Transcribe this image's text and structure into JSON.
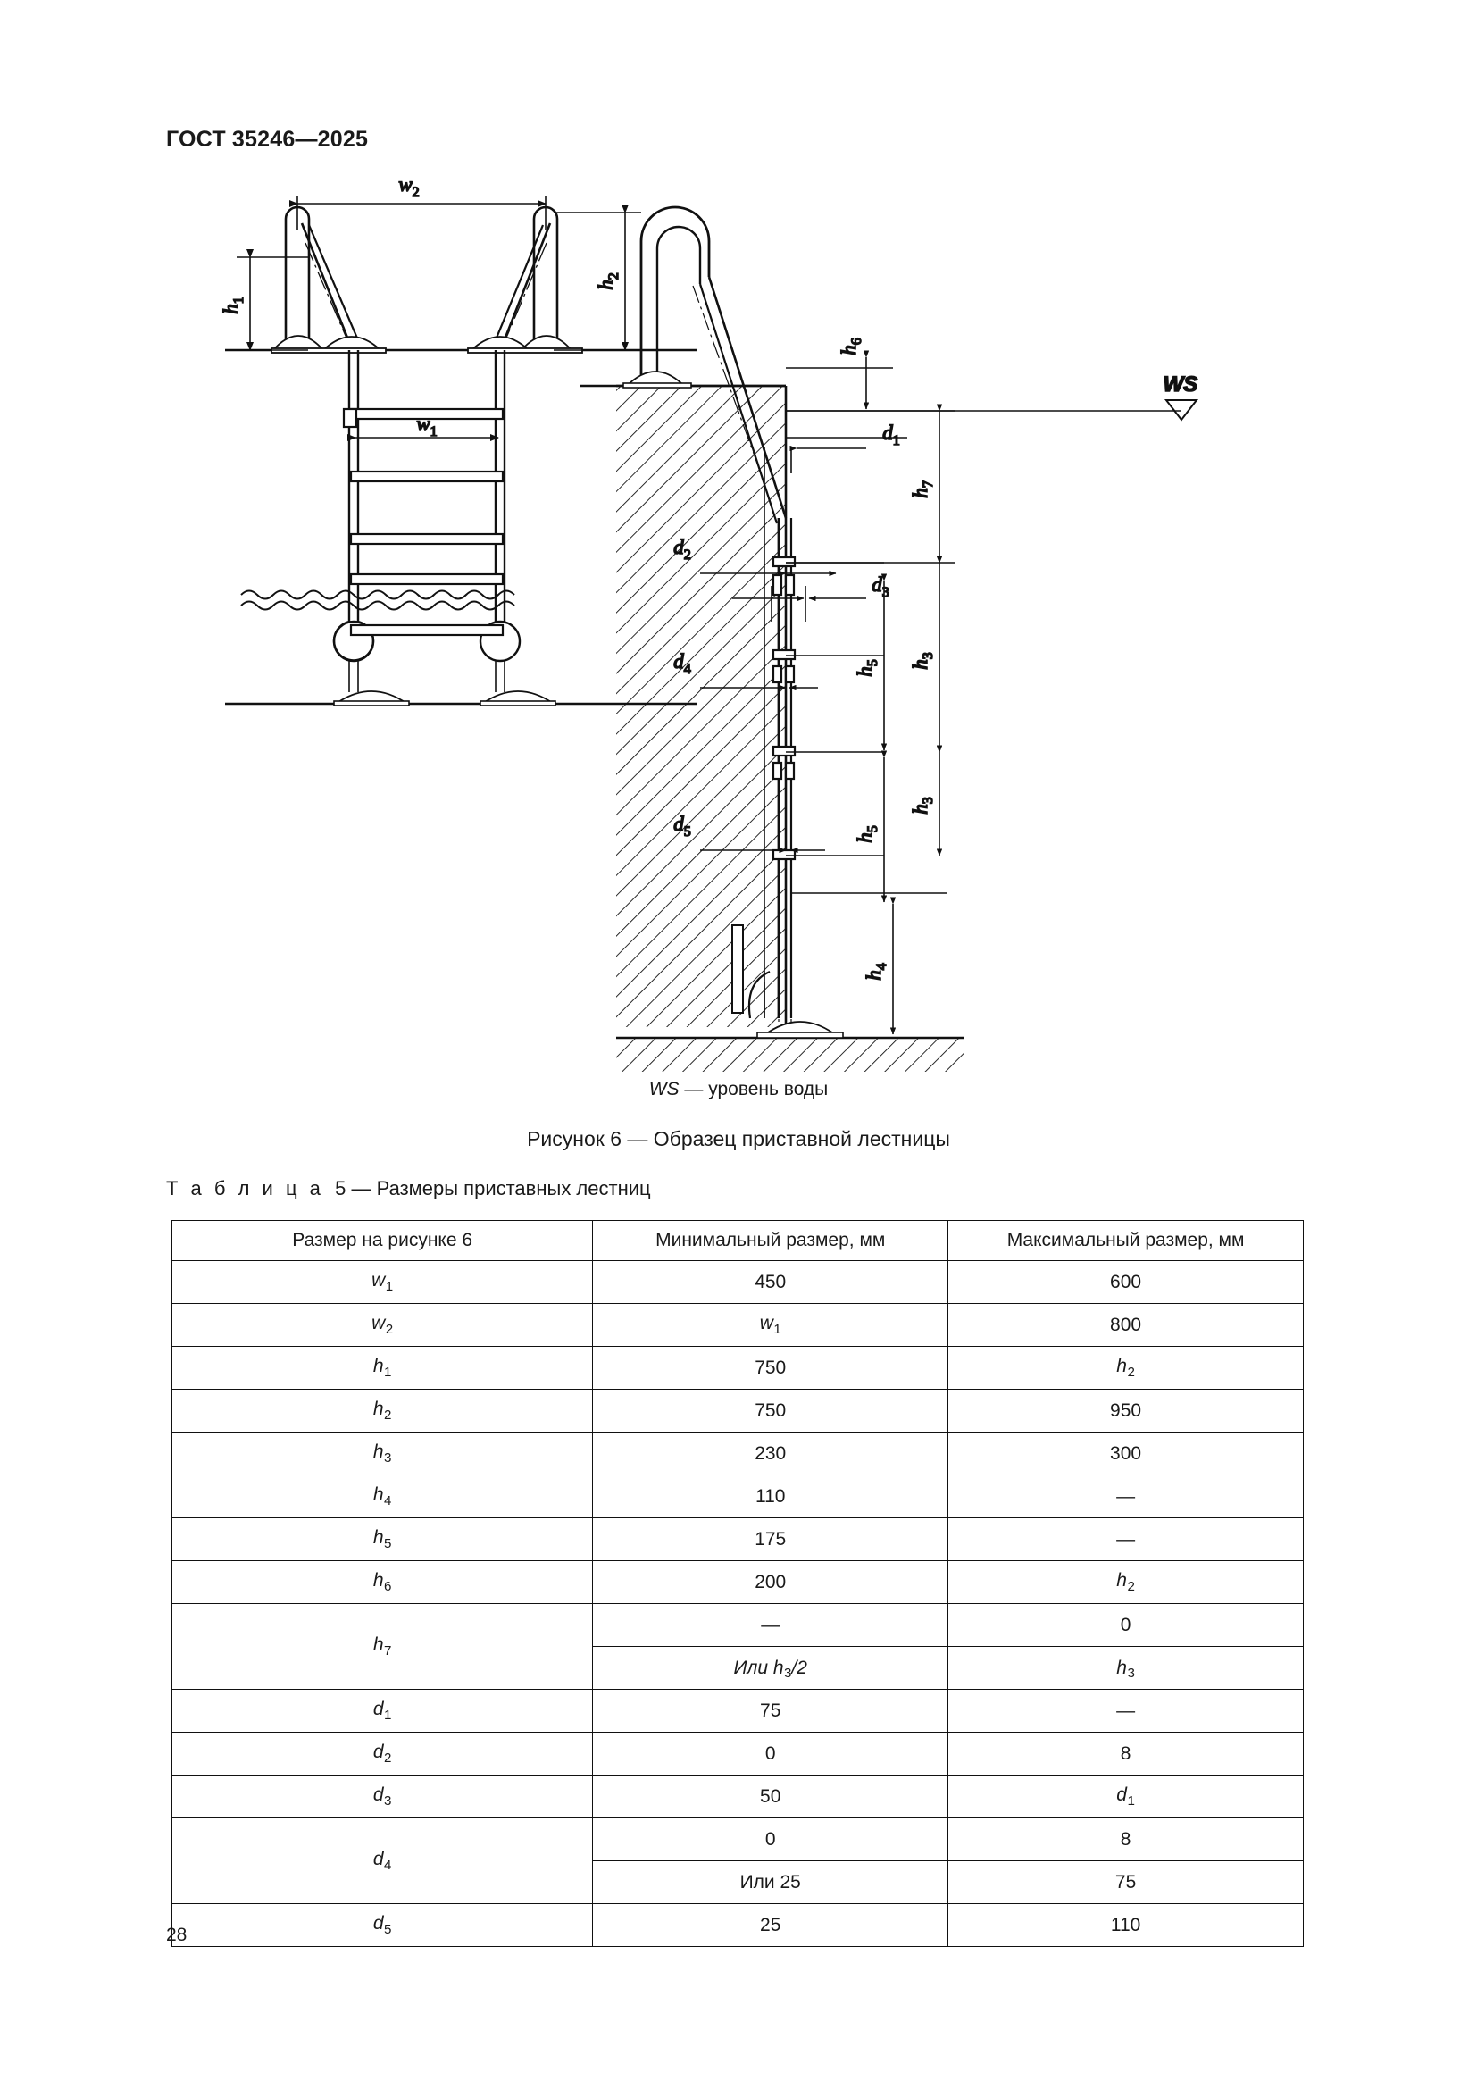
{
  "header": {
    "standard": "ГОСТ 35246—2025"
  },
  "figure": {
    "note_symbol": "WS",
    "note_text": " — уровень воды",
    "caption": "Рисунок 6 — Образец приставной лестницы",
    "labels": {
      "w1": "w",
      "w1_sub": "1",
      "w2": "w",
      "w2_sub": "2",
      "h1": "h",
      "h1_sub": "1",
      "h2": "h",
      "h2_sub": "2",
      "h3": "h",
      "h3_sub": "3",
      "h4": "h",
      "h4_sub": "4",
      "h5": "h",
      "h5_sub": "5",
      "h6": "h",
      "h6_sub": "6",
      "h7": "h",
      "h7_sub": "7",
      "d1": "d",
      "d1_sub": "1",
      "d2": "d",
      "d2_sub": "2",
      "d3": "d",
      "d3_sub": "3",
      "d4": "d",
      "d4_sub": "4",
      "d5": "d",
      "d5_sub": "5",
      "ws": "WS"
    }
  },
  "table": {
    "title_prefix": "Т а б л и ц а",
    "title_number": "5",
    "title_rest": " — Размеры приставных лестниц",
    "headers": [
      "Размер на рисунке 6",
      "Минимальный размер, мм",
      "Максимальный размер, мм"
    ],
    "rows": [
      {
        "sym": "w",
        "sub": "1",
        "min": "450",
        "max": "600"
      },
      {
        "sym": "w",
        "sub": "2",
        "min": "w₁",
        "min_italic": true,
        "max": "800"
      },
      {
        "sym": "h",
        "sub": "1",
        "min": "750",
        "max": "h₂",
        "max_italic": true
      },
      {
        "sym": "h",
        "sub": "2",
        "min": "750",
        "max": "950"
      },
      {
        "sym": "h",
        "sub": "3",
        "min": "230",
        "max": "300"
      },
      {
        "sym": "h",
        "sub": "4",
        "min": "110",
        "max": "—"
      },
      {
        "sym": "h",
        "sub": "5",
        "min": "175",
        "max": "—"
      },
      {
        "sym": "h",
        "sub": "6",
        "min": "200",
        "max": "h₂",
        "max_italic": true
      },
      {
        "sym": "h",
        "sub": "7",
        "split": true,
        "min_a": "—",
        "max_a": "0",
        "min_b": "Или h₃/2",
        "min_b_italic": true,
        "max_b": "h₃",
        "max_b_italic": true
      },
      {
        "sym": "d",
        "sub": "1",
        "min": "75",
        "max": "—"
      },
      {
        "sym": "d",
        "sub": "2",
        "min": "0",
        "max": "8"
      },
      {
        "sym": "d",
        "sub": "3",
        "min": "50",
        "max": "d₁",
        "max_italic": true
      },
      {
        "sym": "d",
        "sub": "4",
        "split": true,
        "min_a": "0",
        "max_a": "8",
        "min_b": "Или 25",
        "max_b": "75"
      },
      {
        "sym": "d",
        "sub": "5",
        "min": "25",
        "max": "110"
      }
    ]
  },
  "footer": {
    "page_number": "28"
  },
  "colors": {
    "ink": "#1a1a1a",
    "line": "#111111",
    "paper": "#ffffff"
  }
}
